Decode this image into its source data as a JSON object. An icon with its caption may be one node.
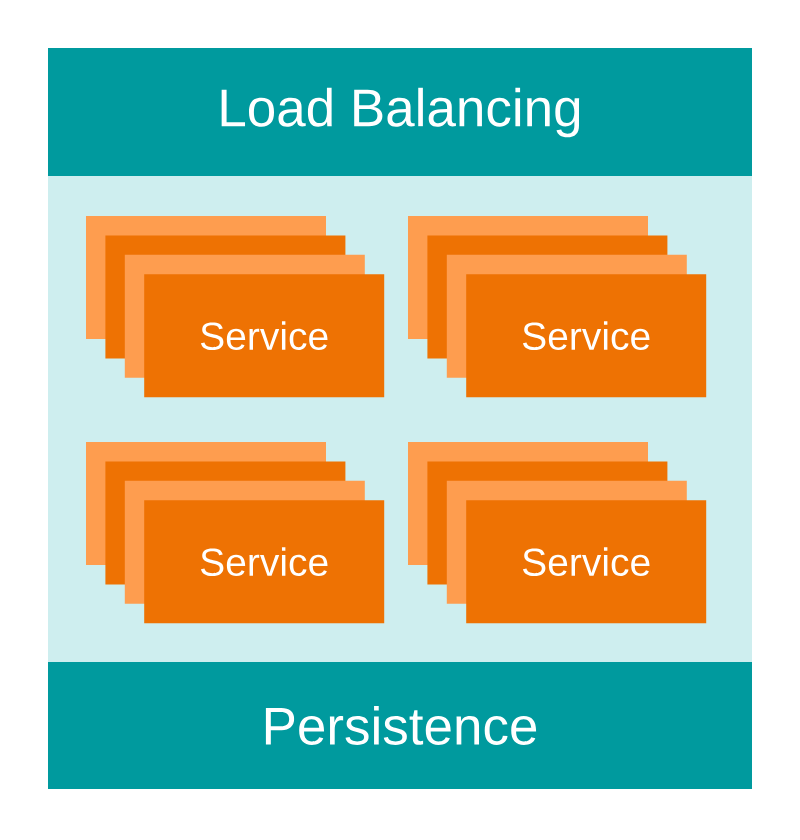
{
  "diagram": {
    "nodes": [
      {
        "text": [
          "Load Balancing"
        ]
      },
      {
        "text": [],
        "shape": "box"
      },
      {
        "text": [
          "Service"
        ],
        "in": 1
      },
      {
        "text": [
          "Service"
        ],
        "in": 1
      },
      {
        "text": [
          "Service"
        ],
        "in": 1
      },
      {
        "text": [
          "Service"
        ],
        "in": 1
      },
      {
        "text": [
          "Persistence"
        ]
      }
    ]
  }
}
